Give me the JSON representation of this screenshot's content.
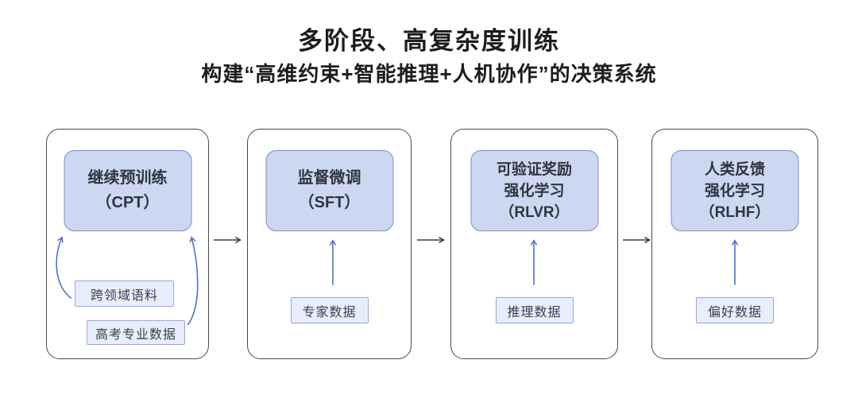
{
  "header": {
    "title": "多阶段、高复杂度训练",
    "subtitle": "构建“高维约束+智能推理+人机协作”的决策系统"
  },
  "stages": [
    {
      "id": "cpt",
      "label_lines": [
        "继续预训练",
        "（CPT）"
      ],
      "data_sources": [
        "跨领域语料",
        "高考专业数据"
      ]
    },
    {
      "id": "sft",
      "label_lines": [
        "监督微调",
        "（SFT）"
      ],
      "data_sources": [
        "专家数据"
      ]
    },
    {
      "id": "rlvr",
      "label_lines": [
        "可验证奖励",
        "强化学习",
        "（RLVR）"
      ],
      "data_sources": [
        "推理数据"
      ]
    },
    {
      "id": "rlhf",
      "label_lines": [
        "人类反馈",
        "强化学习",
        "（RLHF）"
      ],
      "data_sources": [
        "偏好数据"
      ]
    }
  ],
  "icons": {
    "flow_arrow": "right-arrow",
    "feed_arrow": "up-arrow"
  },
  "colors": {
    "background": "#ffffff",
    "title_text": "#1d1d1d",
    "container_border": "#4a4a4a",
    "stage_box_fill": "#ccd7f2",
    "stage_box_border": "#7a8cd0",
    "stage_box_text": "#30343c",
    "data_box_fill": "#e8eefb",
    "data_box_border": "#97a8da",
    "data_box_text": "#3a3f48",
    "arrow_blue": "#4f6fd0",
    "arrow_dark": "#3c3c3c"
  }
}
